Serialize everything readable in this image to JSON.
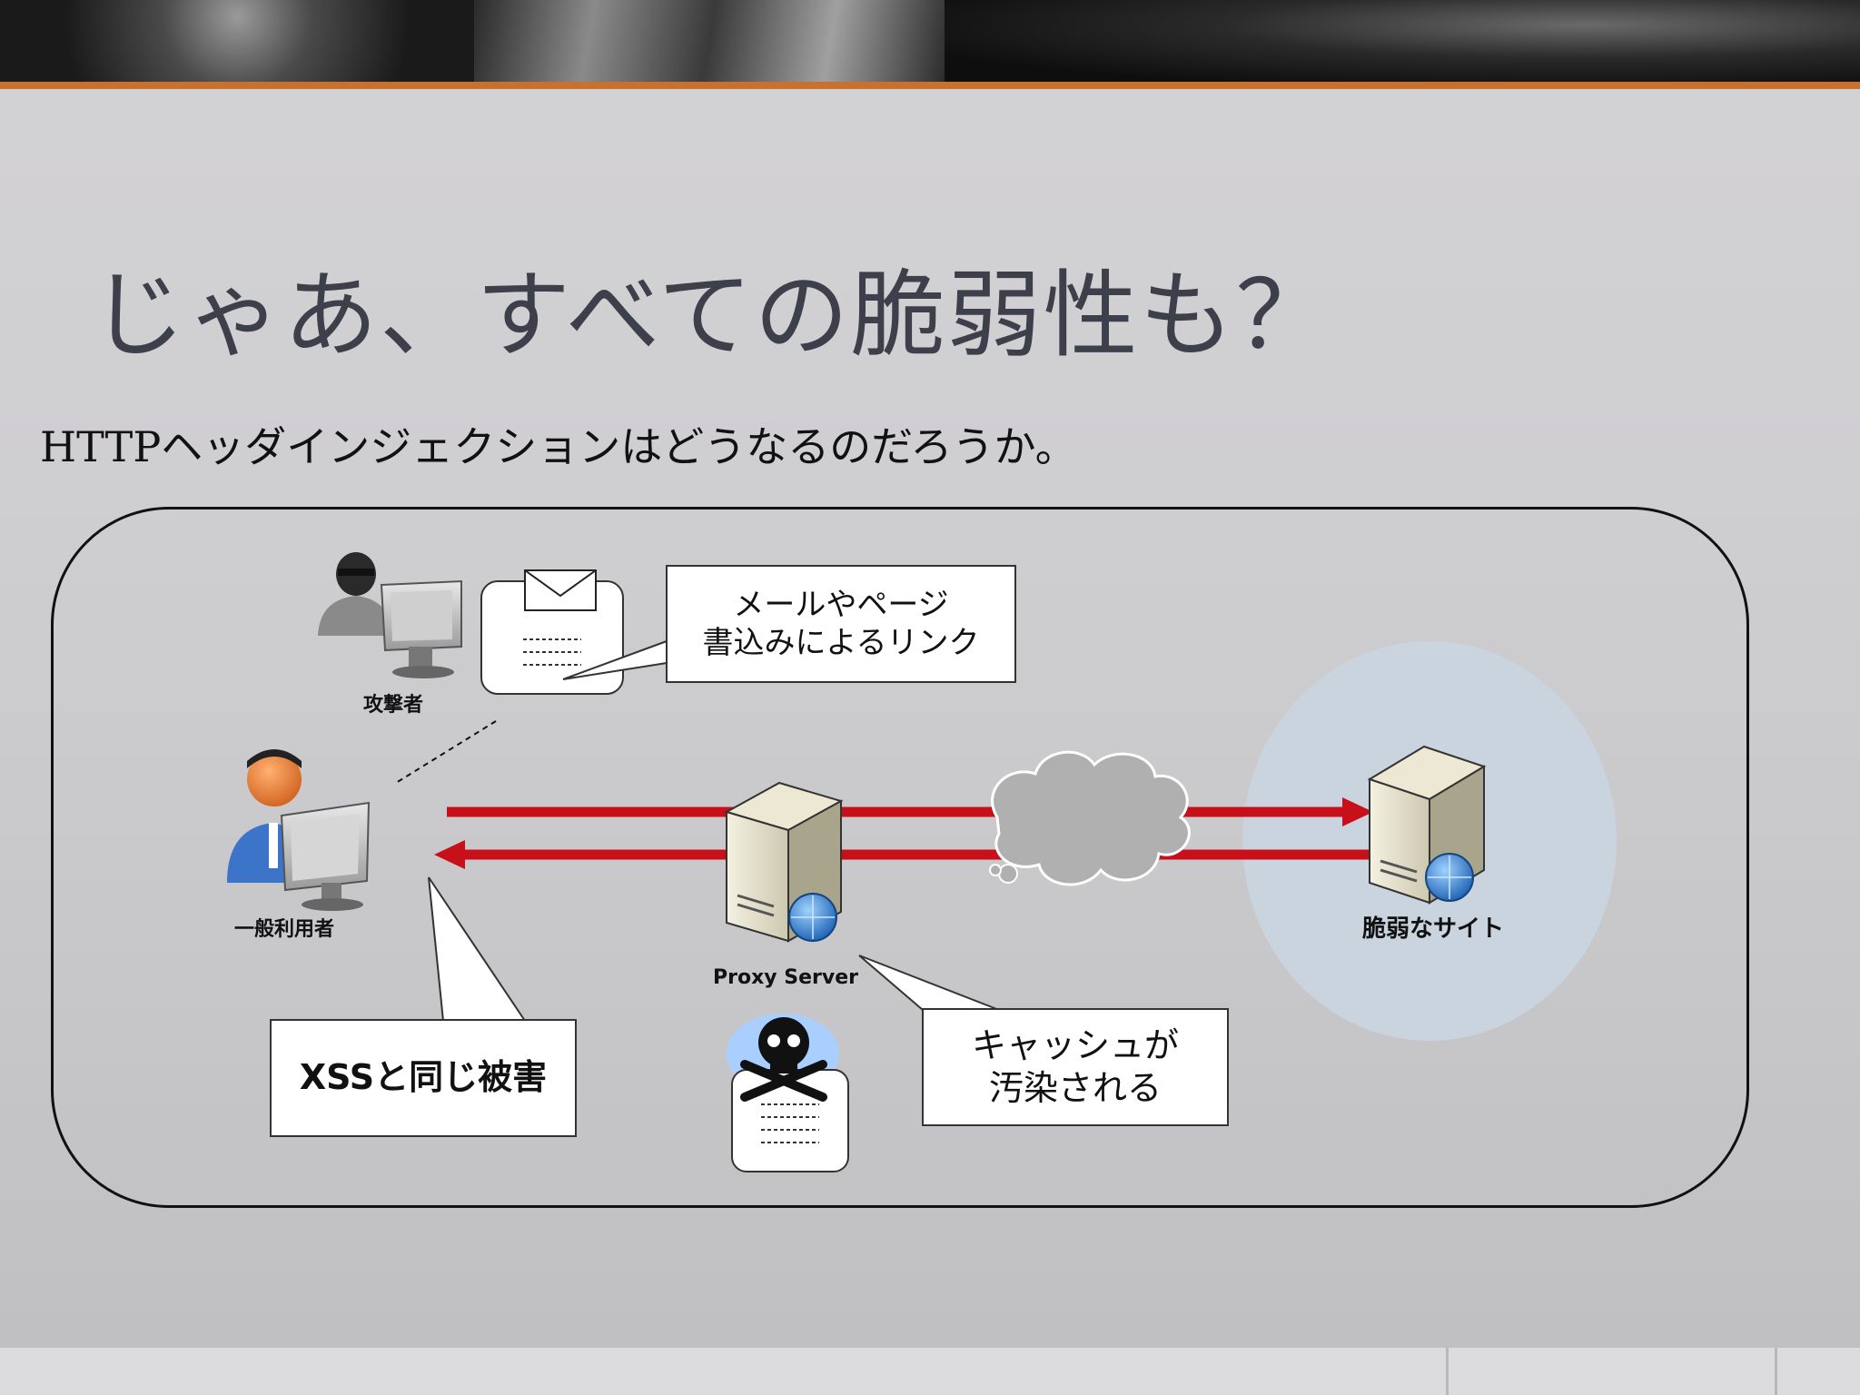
{
  "slide": {
    "title": "じゃあ、すべての脆弱性も？",
    "subtitle": "HTTPヘッダインジェクションはどうなるのだろうか。"
  },
  "diagram": {
    "attacker_label": "攻撃者",
    "user_label": "一般利用者",
    "proxy_label": "Proxy Server",
    "site_label": "脆弱なサイト",
    "callout_link": {
      "line1": "メールやページ",
      "line2": "書込みによるリンク"
    },
    "callout_xss": "XSSと同じ被害",
    "callout_cache": {
      "line1": "キャッシュが",
      "line2": "汚染される"
    }
  },
  "colors": {
    "arrow": "#c8101a",
    "accent": "#c8702e",
    "title": "#3d3f4a",
    "site_circle": "#c9d6e2"
  }
}
